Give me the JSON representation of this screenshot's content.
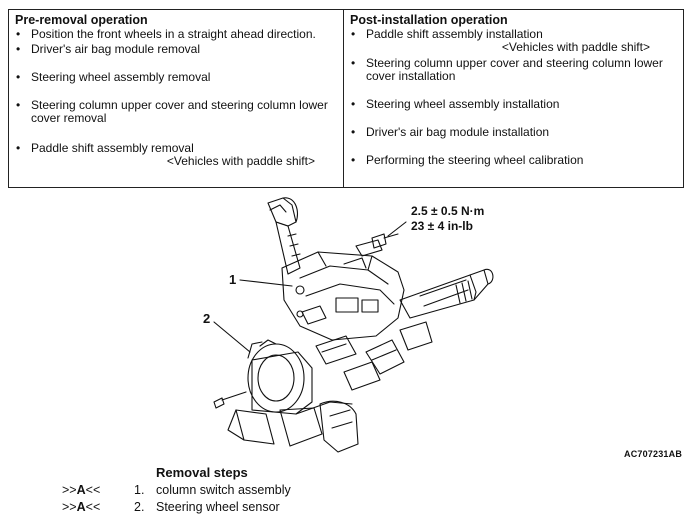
{
  "pre_removal": {
    "heading": "Pre-removal operation",
    "items": [
      {
        "text": "Position the front wheels in a straight ahead direction.",
        "note": ""
      },
      {
        "text": "Driver's air bag module removal",
        "note": ""
      },
      {
        "text": "Steering wheel assembly removal",
        "note": ""
      },
      {
        "text": "Steering column upper cover and steering column lower cover removal",
        "note": ""
      },
      {
        "text": "Paddle shift assembly removal",
        "note": "<Vehicles with paddle shift>"
      }
    ]
  },
  "post_installation": {
    "heading": "Post-installation operation",
    "items": [
      {
        "text": "Paddle shift assembly installation",
        "note": "<Vehicles with paddle shift>"
      },
      {
        "text": "Steering column upper cover and steering column lower cover installation",
        "note": ""
      },
      {
        "text": "Steering wheel assembly installation",
        "note": ""
      },
      {
        "text": "Driver's air bag module installation",
        "note": ""
      },
      {
        "text": "Performing the steering wheel calibration",
        "note": ""
      }
    ]
  },
  "bullet": "•",
  "figure": {
    "callout_1": "1",
    "callout_2": "2",
    "torque_nm": "2.5 ± 0.5 N·m",
    "torque_inlb": "23 ± 4 in-lb",
    "figure_code": "AC707231AB"
  },
  "removal": {
    "title": "Removal steps",
    "steps": [
      {
        "ref_prefix": ">>",
        "ref_letter": "A",
        "ref_suffix": "<<",
        "number": "1.",
        "label": "column switch assembly"
      },
      {
        "ref_prefix": ">>",
        "ref_letter": "A",
        "ref_suffix": "<<",
        "number": "2.",
        "label": "Steering wheel sensor"
      }
    ]
  }
}
